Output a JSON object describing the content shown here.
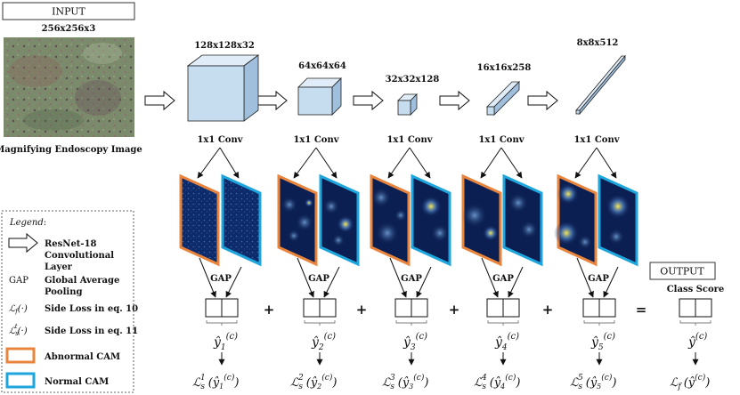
{
  "input": {
    "title": "INPUT",
    "size": "256x256x3",
    "caption": "Magnifying Endoscopy Image"
  },
  "stages": [
    {
      "dims": "128x128x32",
      "conv": "1x1 Conv",
      "gap": "GAP",
      "y_sub": "1",
      "loss_sup": "1"
    },
    {
      "dims": "64x64x64",
      "conv": "1x1 Conv",
      "gap": "GAP",
      "y_sub": "2",
      "loss_sup": "2"
    },
    {
      "dims": "32x32x128",
      "conv": "1x1 Conv",
      "gap": "GAP",
      "y_sub": "3",
      "loss_sup": "3"
    },
    {
      "dims": "16x16x258",
      "conv": "1x1 Conv",
      "gap": "GAP",
      "y_sub": "4",
      "loss_sup": "4"
    },
    {
      "dims": "8x8x512",
      "conv": "1x1 Conv",
      "gap": "GAP",
      "y_sub": "5",
      "loss_sup": "5"
    }
  ],
  "operators": {
    "plus": "+",
    "equals": "="
  },
  "output": {
    "title": "OUTPUT",
    "caption": "Class Score"
  },
  "math": {
    "y_letter": "ŷ",
    "class_sup": "(c)",
    "loss_s": "ℒ",
    "loss_s_sub": "s",
    "loss_f": "ℒ",
    "loss_f_sub": "f"
  },
  "legend": {
    "title": "Legend",
    "colon": ":",
    "resnet": [
      "ResNet-18",
      "Convolutional",
      "Layer"
    ],
    "gap_abbr": "GAP",
    "gap_desc": [
      "Global Average",
      "Pooling"
    ],
    "lf_sym": "ℒ",
    "lf_sub": "f",
    "lf_arg": "(·)",
    "lf_desc": "Side Loss in eq. 10",
    "ls_sym": "ℒ",
    "ls_sub": "s",
    "ls_sup": "t",
    "ls_arg": "(·)",
    "ls_desc": "Side Loss in eq. 11",
    "abnormal": "Abnormal CAM",
    "normal": "Normal CAM"
  },
  "colors": {
    "abnormal": "#e8843c",
    "normal": "#1ea6dc",
    "cube_front": "#c6dcef",
    "cube_top": "#e0ecf7",
    "cube_side": "#9fbfdc",
    "heat_bg": "#0b1f52",
    "heat_hot": "#f2e24a"
  }
}
